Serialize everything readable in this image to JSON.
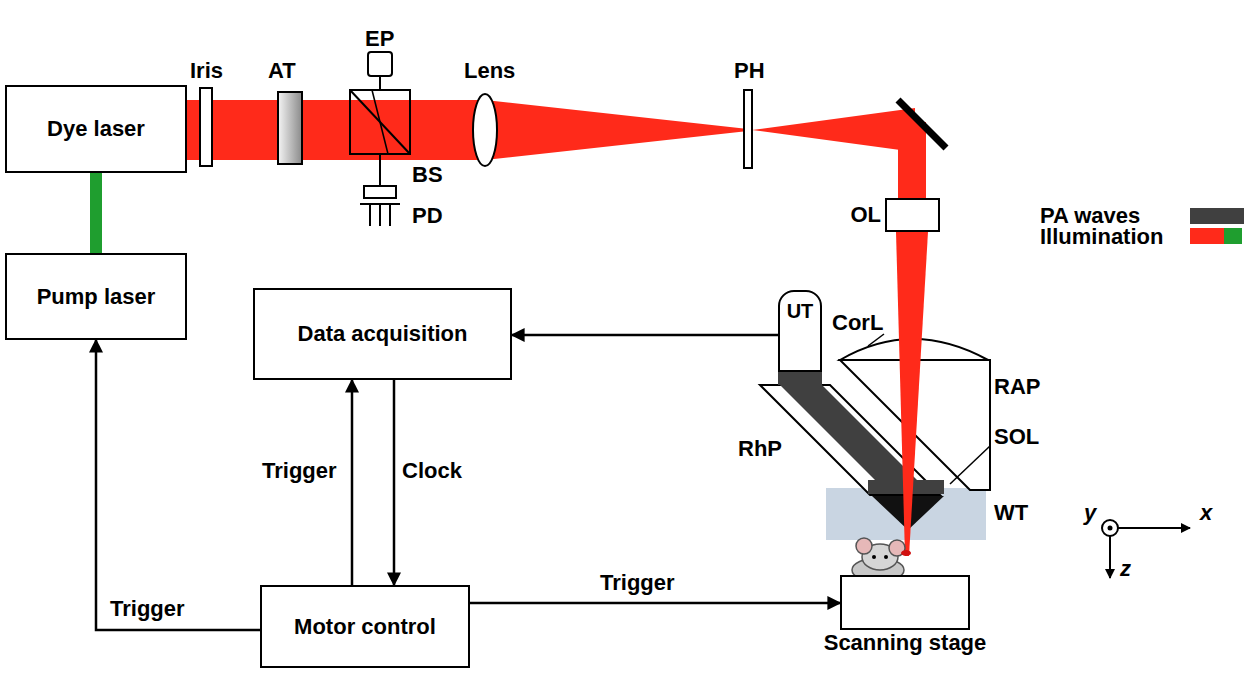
{
  "diagram": {
    "nodes": [
      {
        "text": [
          "Dye laser"
        ]
      },
      {
        "text": [
          "OL"
        ]
      },
      {
        "text": [
          "Pump laser"
        ]
      },
      {
        "text": [
          "UT"
        ]
      },
      {
        "text": [
          "Data acquisition"
        ]
      },
      {
        "text": [
          "Motor control"
        ]
      },
      {
        "text": [
          "Scanning stage"
        ]
      }
    ],
    "edges": [
      {
        "from": 2,
        "to": 0,
        "arrow": "none"
      },
      {
        "from": 3,
        "to": 4,
        "arrow": "to"
      },
      {
        "from": 5,
        "to": 4,
        "label": "Trigger",
        "arrow": "to"
      },
      {
        "from": 4,
        "to": 5,
        "label": "Clock",
        "arrow": "to"
      },
      {
        "from": 5,
        "to": 2,
        "label": "Trigger",
        "arrow": "to"
      },
      {
        "from": 5,
        "to": 6,
        "label": "Trigger",
        "arrow": "to"
      }
    ],
    "labels": [
      "Iris",
      "AT",
      "EP",
      "BS",
      "PD",
      "Lens",
      "PH",
      "CorL",
      "RAP",
      "SOL",
      "RhP",
      "WT",
      "y",
      "x",
      "z"
    ],
    "legend": [
      {
        "text": "PA waves",
        "color": "#404040"
      },
      {
        "text": "Illumination"
      }
    ]
  }
}
